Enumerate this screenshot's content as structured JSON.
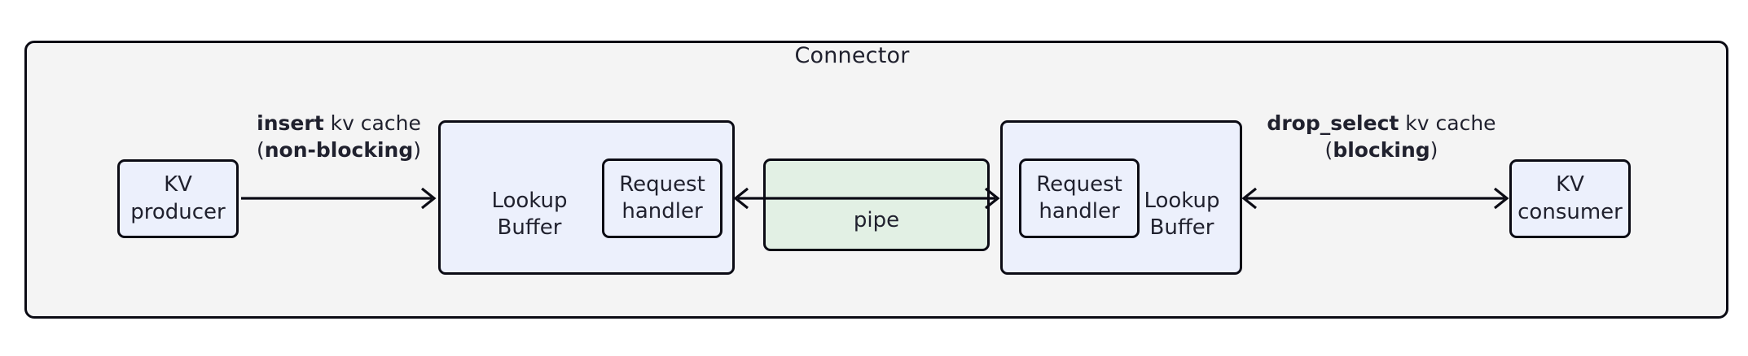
{
  "diagram": {
    "title": "Connector",
    "type": "block-diagram",
    "colors": {
      "canvas_background": "#ffffff",
      "container_fill": "#f4f4f4",
      "node_fill": "#ecf0fc",
      "pipe_fill": "#e2f0e4",
      "stroke": "#0b0b14",
      "text": "#20212e"
    }
  },
  "nodes": {
    "kv_producer": {
      "line1": "KV",
      "line2": "producer"
    },
    "kv_consumer": {
      "line1": "KV",
      "line2": "consumer"
    },
    "lookup_buffer_left": {
      "line1": "Lookup",
      "line2": "Buffer"
    },
    "lookup_buffer_right": {
      "line1": "Lookup",
      "line2": "Buffer"
    },
    "request_handler_left": {
      "line1": "Request",
      "line2": "handler"
    },
    "request_handler_right": {
      "line1": "Request",
      "line2": "handler"
    },
    "pipe": {
      "label": "pipe"
    }
  },
  "edges": {
    "insert": {
      "emphasis": "insert",
      "text": " kv cache",
      "paren_open": "(",
      "mode": "non-blocking",
      "paren_close": ")",
      "arrow": "single-right"
    },
    "pipe_link": {
      "arrow": "double-headed"
    },
    "drop_select": {
      "emphasis": "drop_select",
      "text": " kv cache",
      "paren_open": "(",
      "mode": "blocking",
      "paren_close": ")",
      "arrow": "double-headed"
    }
  }
}
